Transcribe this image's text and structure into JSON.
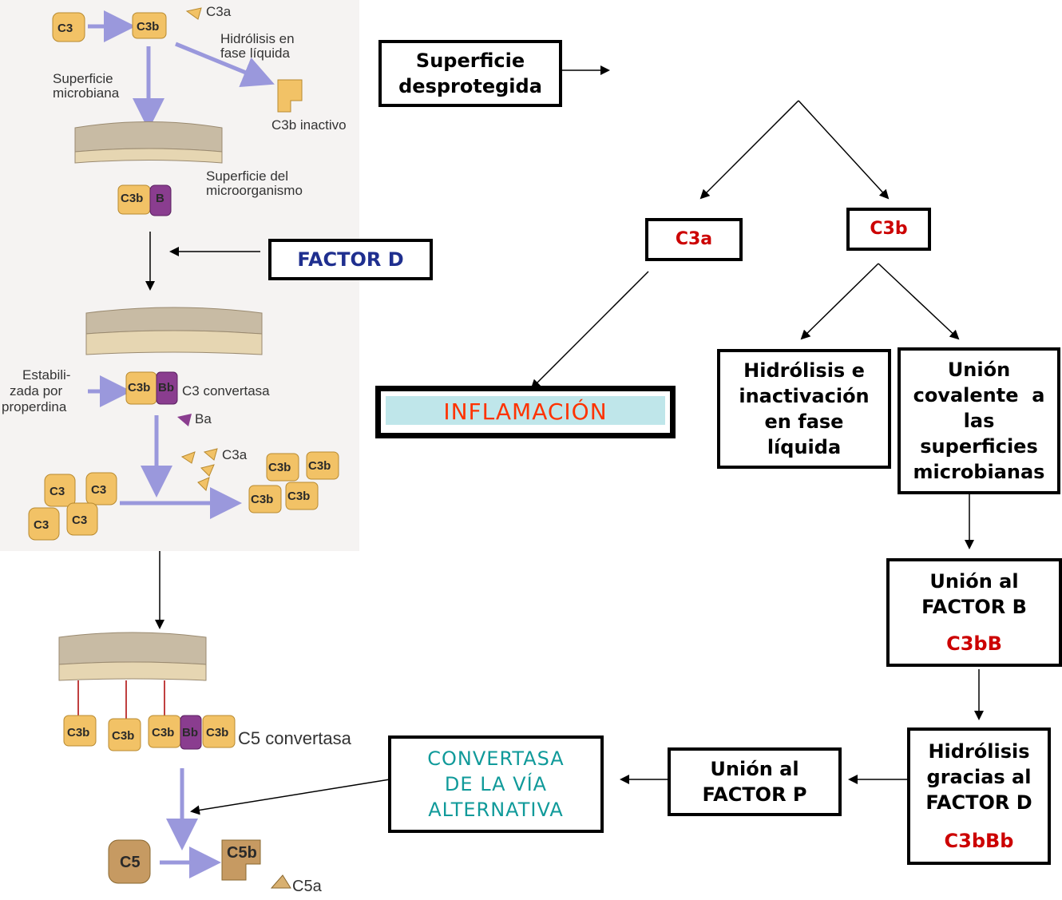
{
  "scheme": {
    "top": {
      "c3": "C3",
      "c3b": "C3b",
      "c3a": "C3a",
      "hydrolysis": [
        "Hidrólisis en",
        "fase líquida"
      ],
      "surface": [
        "Superficie",
        "microbiana"
      ],
      "inactive": "C3b inactivo",
      "organism_surface": [
        "Superficie del",
        "microorganismo"
      ],
      "factor_b": "B"
    },
    "middle": {
      "stabilized": [
        "Estabili-",
        "zada por",
        "properdina"
      ],
      "c3b": "C3b",
      "bb": "Bb",
      "convertase": "C3 convertasa",
      "ba": "Ba",
      "c3a": "C3a",
      "c3": "C3",
      "c3b_group": "C3b"
    },
    "bottom": {
      "c3b": "C3b",
      "bb": "Bb",
      "convertase": "C5 convertasa",
      "c5": "C5",
      "c5b": "C5b",
      "c5a": "C5a"
    }
  },
  "flow": {
    "factor_d": "FACTOR D",
    "unprotected": [
      "Superficie",
      "desprotegida"
    ],
    "c3a": "C3a",
    "c3b": "C3b",
    "inflammation": "INFLAMACIÓN",
    "hydrolysis": [
      "Hidrólisis e",
      "inactivación",
      "en fase",
      "líquida"
    ],
    "covalent": [
      "Unión",
      "covalente  a",
      "las",
      "superficies",
      "microbianas"
    ],
    "factor_b": [
      "Unión al",
      "FACTOR B"
    ],
    "c3bb": "C3bB",
    "hydrolysis_d": [
      "Hidrólisis",
      "gracias al",
      "FACTOR D"
    ],
    "c3bbb": "C3bBb",
    "factor_p": [
      "Unión al",
      "FACTOR P"
    ],
    "convertase": [
      "CONVERTASA",
      "DE LA VÍA",
      "ALTERNATIVA"
    ]
  },
  "colors": {
    "c3_tan": "#f2c266",
    "factor_b_purple": "#8a3d8f",
    "membrane": "#c8bba4",
    "arrow_lavender": "#9a98dc",
    "inflammation_bg": "#bfe6ea",
    "red": "#cc0000",
    "navy": "#1f2f8f",
    "teal": "#109a9a"
  }
}
